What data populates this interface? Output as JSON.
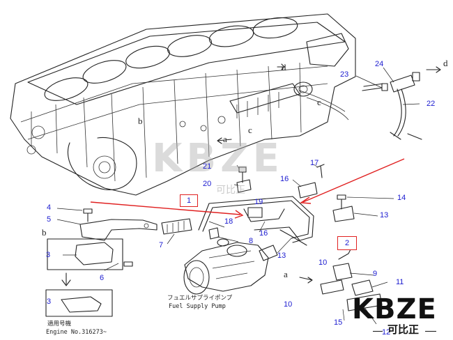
{
  "watermark": {
    "brand": "KBZE",
    "subtitle": "可比正"
  },
  "logo": {
    "brand": "KBZE",
    "subtitle": "可比正"
  },
  "callouts": [
    "1",
    "2",
    "3",
    "4",
    "5",
    "6",
    "7",
    "8",
    "9",
    "10",
    "11",
    "12",
    "13",
    "14",
    "15",
    "16",
    "17",
    "18",
    "19",
    "20",
    "21",
    "22",
    "23",
    "24"
  ],
  "view_letters": [
    "a",
    "b",
    "c",
    "d"
  ],
  "red_boxes": [
    "1",
    "2"
  ],
  "labels": {
    "fuel_pump_jp": "フュエルサプライポンプ",
    "fuel_pump_en": "Fuel Supply Pump",
    "applicable_jp": "適用号機",
    "engine_no": "Engine No.316273~"
  },
  "colors": {
    "callout": "#1a1ad0",
    "highlight": "#e02020",
    "line": "#222222"
  }
}
